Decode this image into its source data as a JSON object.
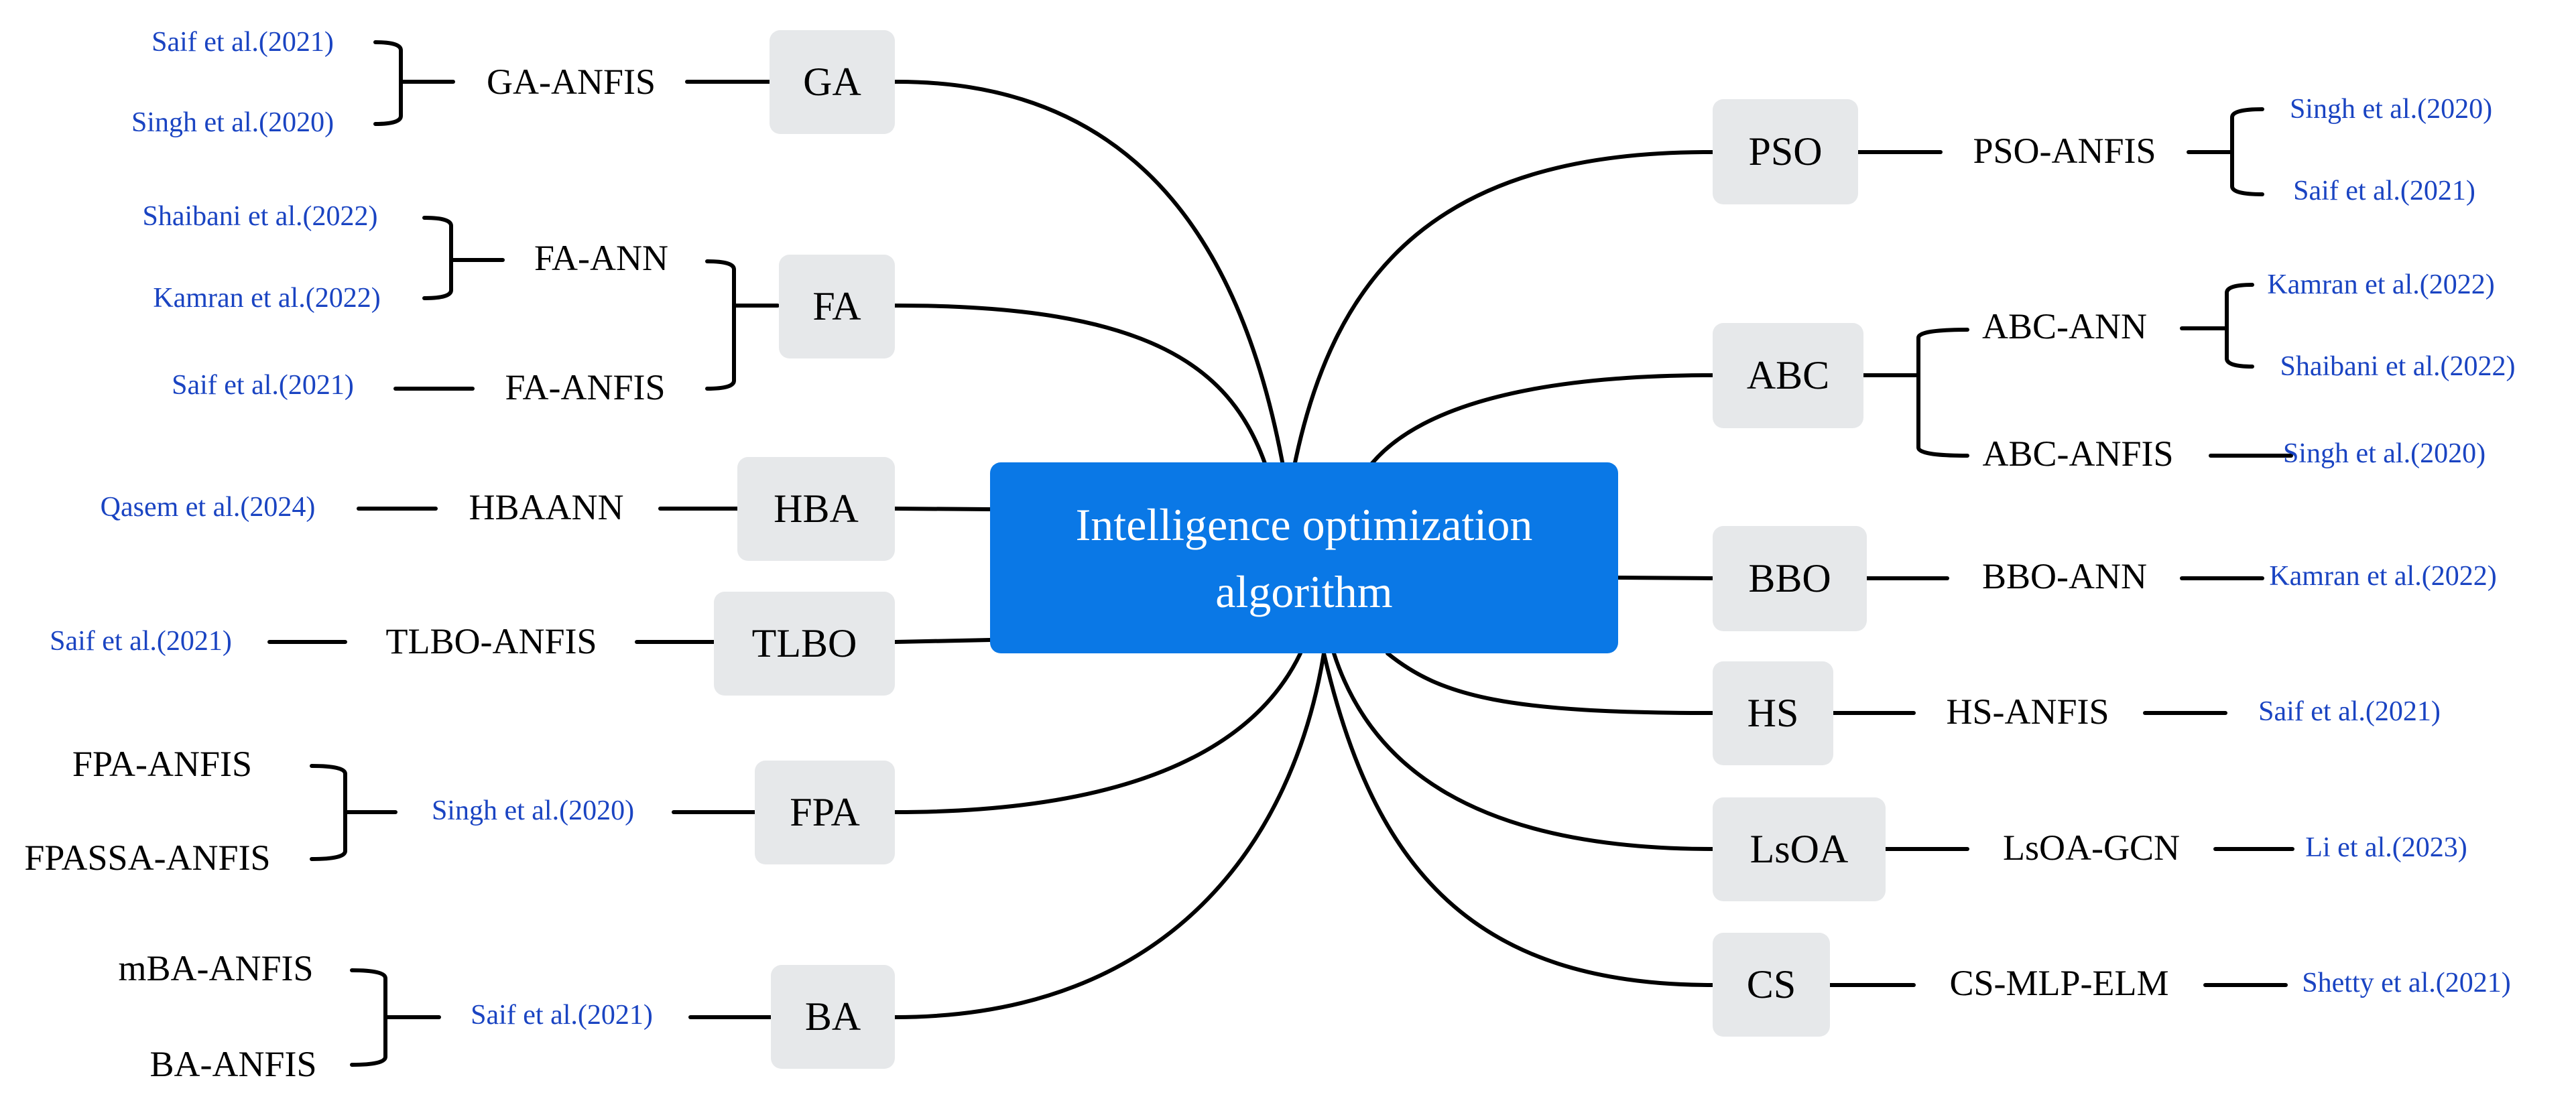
{
  "center": {
    "line1": "Intelligence optimization",
    "line2": "algorithm"
  },
  "left": [
    {
      "algo": "GA",
      "methods": [
        "GA-ANFIS"
      ],
      "refs": [
        "Saif et al.(2021)",
        "Singh et al.(2020)"
      ]
    },
    {
      "algo": "FA",
      "methods": [
        "FA-ANN",
        "FA-ANFIS"
      ],
      "refs": [
        "Shaibani et al.(2022)",
        "Kamran et al.(2022)",
        "Saif et al.(2021)"
      ]
    },
    {
      "algo": "HBA",
      "methods": [
        "HBAANN"
      ],
      "refs": [
        "Qasem et al.(2024)"
      ]
    },
    {
      "algo": "TLBO",
      "methods": [
        "TLBO-ANFIS"
      ],
      "refs": [
        "Saif et al.(2021)"
      ]
    },
    {
      "algo": "FPA",
      "methods": [
        "FPA-ANFIS",
        "FPASSA-ANFIS"
      ],
      "refs": [
        "Singh et al.(2020)"
      ]
    },
    {
      "algo": "BA",
      "methods": [
        "mBA-ANFIS",
        "BA-ANFIS"
      ],
      "refs": [
        "Saif et al.(2021)"
      ]
    }
  ],
  "right": [
    {
      "algo": "PSO",
      "methods": [
        "PSO-ANFIS"
      ],
      "refs": [
        "Singh et al.(2020)",
        "Saif et al.(2021)"
      ]
    },
    {
      "algo": "ABC",
      "methods": [
        "ABC-ANN",
        "ABC-ANFIS"
      ],
      "refs": [
        "Kamran et al.(2022)",
        "Shaibani et al.(2022)",
        "Singh et al.(2020)"
      ]
    },
    {
      "algo": "BBO",
      "methods": [
        "BBO-ANN"
      ],
      "refs": [
        "Kamran et al.(2022)"
      ]
    },
    {
      "algo": "HS",
      "methods": [
        "HS-ANFIS"
      ],
      "refs": [
        "Saif et al.(2021)"
      ]
    },
    {
      "algo": "LsOA",
      "methods": [
        "LsOA-GCN"
      ],
      "refs": [
        "Li et al.(2023)"
      ]
    },
    {
      "algo": "CS",
      "methods": [
        "CS-MLP-ELM"
      ],
      "refs": [
        "Shetty et al.(2021)"
      ]
    }
  ],
  "colors": {
    "center": "#0a78e6",
    "box": "#e6e8ea",
    "reference_text": "#1a44c2",
    "lines": "#000000"
  }
}
